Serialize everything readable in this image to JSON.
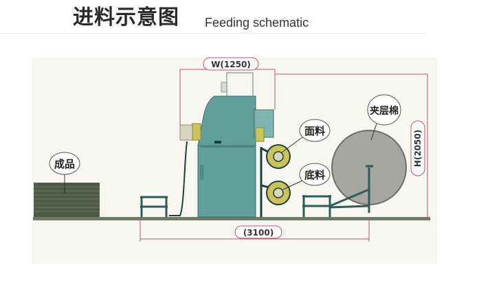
{
  "header": {
    "title_cn": "进料示意图",
    "title_en": "Feeding schematic"
  },
  "diagram": {
    "dimensions": {
      "width_label": "W(1250)",
      "height_label": "H(2050)",
      "length_label": "(3100)"
    },
    "callouts": {
      "finished_product": "成品",
      "face_fabric": "面料",
      "bottom_fabric": "底料",
      "interlayer_cotton": "夹层棉"
    }
  },
  "colors": {
    "machine_body": "#5f9f9c",
    "dimension_line": "#c4506a",
    "floor": "#6e7a68",
    "stack": "#4f5a45",
    "roll": "#a8a6a3",
    "frame": "#2e5a57",
    "roller_yellow": "#c9c35a"
  }
}
